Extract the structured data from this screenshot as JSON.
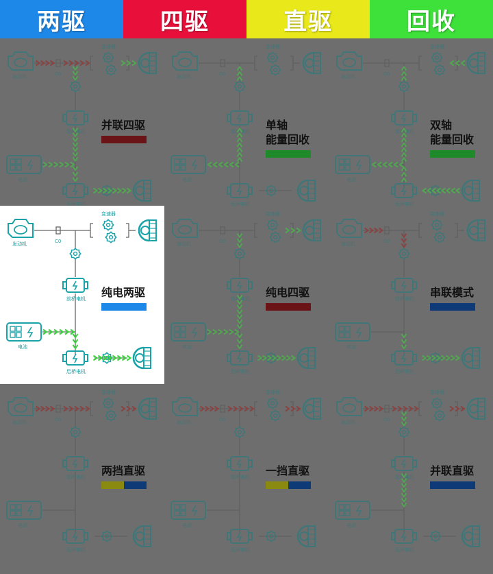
{
  "header": {
    "tabs": [
      {
        "label": "两驱",
        "color": "#1e88e8"
      },
      {
        "label": "四驱",
        "color": "#e8103a"
      },
      {
        "label": "直驱",
        "color": "#e8e81a"
      },
      {
        "label": "回收",
        "color": "#3ee03a"
      }
    ]
  },
  "labels": {
    "engine": "发动机",
    "clutch": "C0",
    "transmission": "变速器",
    "front_motor": "前桥电机",
    "battery": "电池",
    "rear_motor": "后桥电机"
  },
  "modes": [
    {
      "name": "并联四驱",
      "bar": [
        "#6b1418"
      ],
      "active": false
    },
    {
      "name": "单轴\n能量回收",
      "bar": [
        "#1e8a2a"
      ],
      "active": false
    },
    {
      "name": "双轴\n能量回收",
      "bar": [
        "#1e8a2a"
      ],
      "active": false
    },
    {
      "name": "纯电两驱",
      "bar": [
        "#1e88e8"
      ],
      "active": true
    },
    {
      "name": "纯电四驱",
      "bar": [
        "#6b1418"
      ],
      "active": false
    },
    {
      "name": "串联模式",
      "bar": [
        "#0e3a78"
      ],
      "active": false
    },
    {
      "name": "两挡直驱",
      "bar": [
        "#8a8a10",
        "#0e3a78"
      ],
      "active": false
    },
    {
      "name": "一挡直驱",
      "bar": [
        "#8a8a10",
        "#0e3a78"
      ],
      "active": false
    },
    {
      "name": "并联直驱",
      "bar": [
        "#0e3a78"
      ],
      "active": false
    }
  ],
  "colors": {
    "teal": "#19a2a8",
    "teal_dim": "#1d7d80",
    "red_arrow": "#a02020",
    "green_arrow": "#3bd43b",
    "line": "#555"
  }
}
